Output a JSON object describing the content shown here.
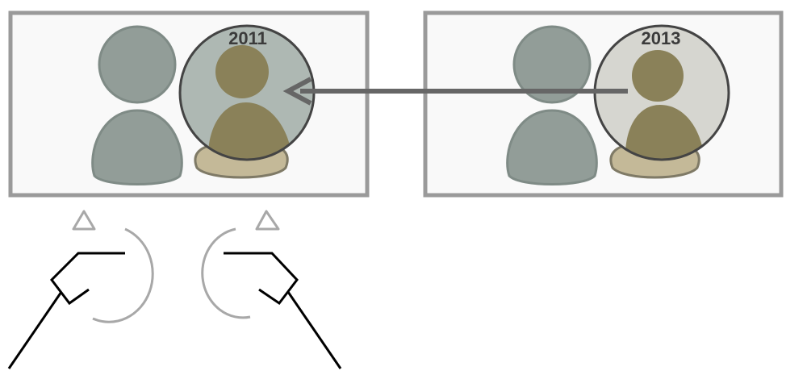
{
  "panels": [
    {
      "id": "left",
      "year_label": "2011"
    },
    {
      "id": "right",
      "year_label": "2013"
    }
  ],
  "colors": {
    "panel_border": "#9a9a9a",
    "panel_fill": "#f9f9f9",
    "other_person": "#929d98",
    "other_person_stroke": "#7f8b86",
    "highlight_person": "#8a8159",
    "shadow_person": "#c4b998",
    "lens_stroke": "#444444",
    "lens_fill_left": "#aeb8b3",
    "lens_fill_right": "#d6d6d0",
    "arrow": "#666666",
    "rotation_arrow": "#a8a8a8",
    "camera_line": "#000000"
  },
  "icons": [
    "person-icon",
    "magnifier-lens-icon",
    "rotation-arrow-icon",
    "camera-icon"
  ]
}
